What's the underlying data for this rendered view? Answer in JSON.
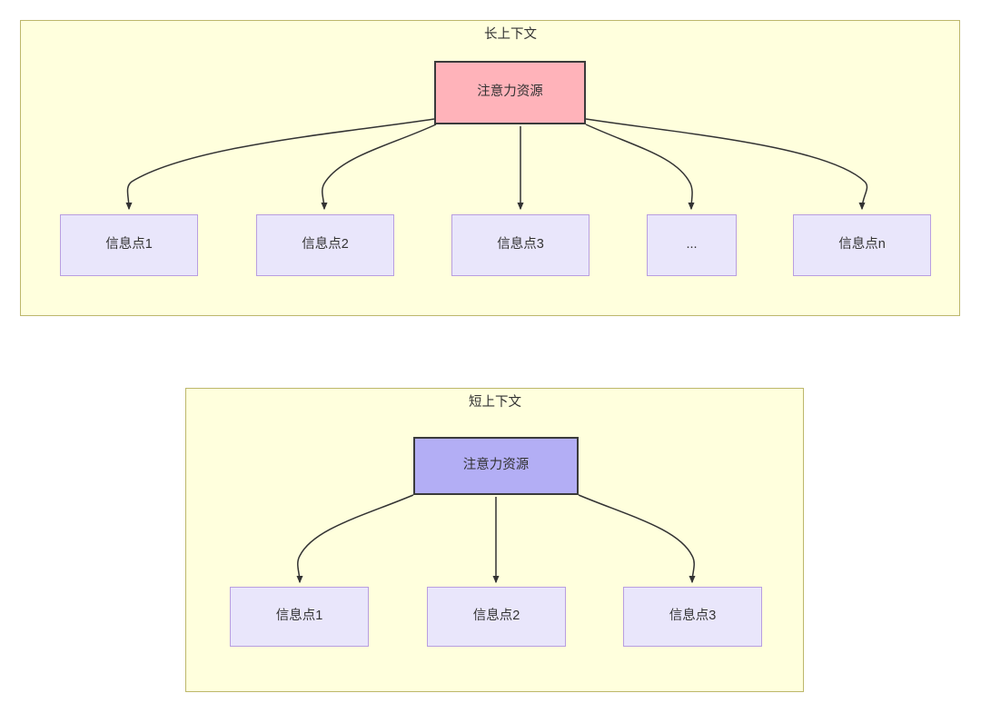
{
  "diagram": {
    "type": "hierarchy-comparison",
    "background_color": "#ffffff",
    "panel_fill": "#ffffdd",
    "panel_border": "#bdb76b",
    "leaf_fill": "#e9e6fb",
    "leaf_border": "#b89ee0",
    "edge_color": "#333333",
    "panels": [
      {
        "id": "long-context",
        "title": "长上下文",
        "root": {
          "label": "注意力资源",
          "fill": "#ffb3ba",
          "border": "#3b3b3b"
        },
        "leaves": [
          {
            "label": "信息点1"
          },
          {
            "label": "信息点2"
          },
          {
            "label": "信息点3"
          },
          {
            "label": "..."
          },
          {
            "label": "信息点n"
          }
        ]
      },
      {
        "id": "short-context",
        "title": "短上下文",
        "root": {
          "label": "注意力资源",
          "fill": "#b3aef5",
          "border": "#3b3b3b"
        },
        "leaves": [
          {
            "label": "信息点1"
          },
          {
            "label": "信息点2"
          },
          {
            "label": "信息点3"
          }
        ]
      }
    ]
  }
}
